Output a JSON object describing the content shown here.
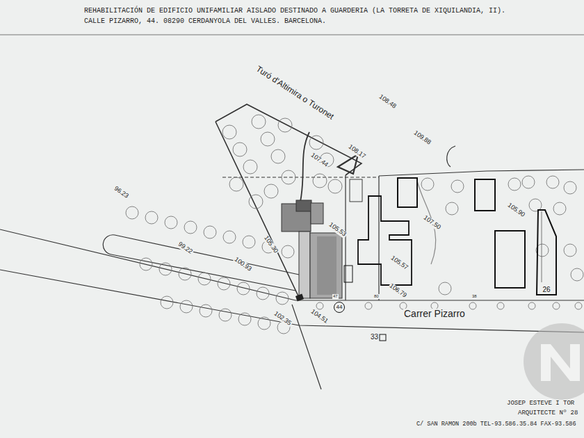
{
  "diagram": {
    "title": "REHABILITACIÓN DE EDIFICIO UNIFAMILIAR AISLADO DESTINADO A GUARDERIA (LA TORRETA DE XIQUILANDIA, II).",
    "nodes": [
      {
        "text": [
          "44"
        ]
      },
      {
        "text": [
          "26"
        ]
      }
    ],
    "labels": [
      "CALLE PIZARRO, 44. 08290 CERDANYOLA DEL VALLES. BARCELONA.",
      "Turó d'Altimira o Turonet",
      "108.48",
      "109.88",
      "108.17",
      "107.44",
      "105.53",
      "107.50",
      "105.90",
      "96.23",
      "99.22",
      "100.93",
      "105.30",
      "105.57",
      "106.79",
      "102.35",
      "104.51",
      "Carrer Pizarro",
      "33",
      "47",
      "80",
      "38",
      "JOSEP ESTEVE I TOR",
      "ARQUITECTE Nº 28",
      "C/ SAN RAMON 200b TEL-93.586.35.84 FAX-93.586"
    ]
  }
}
